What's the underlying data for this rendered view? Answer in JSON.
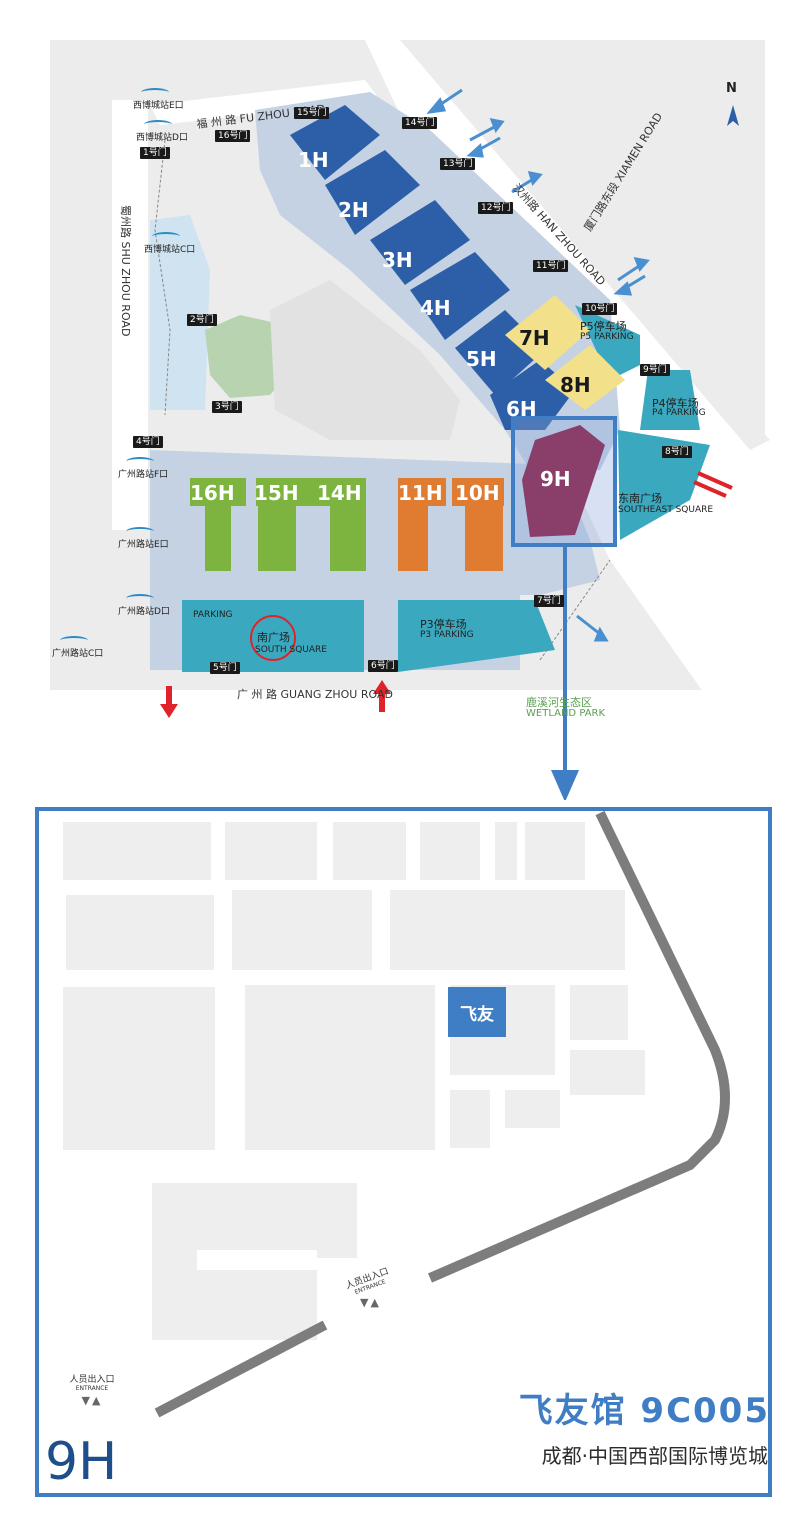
{
  "halls": {
    "h1": "1H",
    "h2": "2H",
    "h3": "3H",
    "h4": "4H",
    "h5": "5H",
    "h6": "6H",
    "h7": "7H",
    "h8": "8H",
    "h9": "9H",
    "h10": "10H",
    "h11": "11H",
    "h14": "14H",
    "h15": "15H",
    "h16": "16H"
  },
  "roads": {
    "fuzhou": "福 州 路 FU ZHOU ROAD",
    "hanzhou": "汉州路 HAN ZHOU ROAD",
    "xiamen": "厦门路东段 XIAMEN ROAD",
    "shuzhou": "蜀州路 SHU ZHOU ROAD",
    "guangzhou": "广 州 路 GUANG ZHOU ROAD"
  },
  "gates": {
    "g1": "1号门",
    "g2": "2号门",
    "g3": "3号门",
    "g4": "4号门",
    "g5": "5号门",
    "g6": "6号门",
    "g7": "7号门",
    "g8": "8号门",
    "g9": "9号门",
    "g10": "10号门",
    "g11": "11号门",
    "g12": "12号门",
    "g13": "13号门",
    "g14": "14号门",
    "g15": "15号门",
    "g16": "16号门"
  },
  "stations": {
    "xb_e": "西博城站E口",
    "xb_d": "西博城站D口",
    "xb_c": "西博城站C口",
    "gz_f": "广州路站F口",
    "gz_e": "广州路站E口",
    "gz_d": "广州路站D口",
    "gz_c": "广州路站C口"
  },
  "areas": {
    "p5_cn": "P5停车场",
    "p5_en": "P5 PARKING",
    "p4_cn": "P4停车场",
    "p4_en": "P4 PARKING",
    "p3_cn": "P3停车场",
    "p3_en": "P3 PARKING",
    "se_cn": "东南广场",
    "se_en": "SOUTHEAST SQUARE",
    "parking": "PARKING",
    "south_cn": "南广场",
    "south_en": "SOUTH SQUARE",
    "wetland_cn": "鹿溪河生态区",
    "wetland_en": "WETLAND PARK"
  },
  "north": "N",
  "detail": {
    "booth_label": "飞友",
    "entrance_cn": "人员出入口",
    "entrance_en": "ENTRANCE",
    "hall": "9H",
    "title": "飞友馆 9C005",
    "subtitle": "成都·中国西部国际博览城"
  },
  "colors": {
    "blue_hall": "#2d5fa8",
    "yellow_hall": "#f3e08a",
    "green_hall": "#7db33f",
    "orange_hall": "#e07b32",
    "purple_hall": "#8a3f6b",
    "teal": "#3aa8bf",
    "frame": "#3f7ec5",
    "venue": "#c4d2e3"
  }
}
